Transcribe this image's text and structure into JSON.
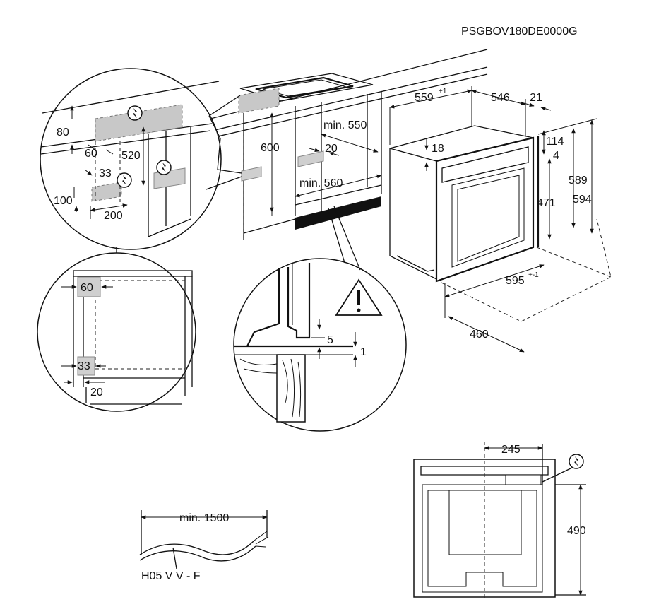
{
  "model_code": "PSGBOV180DE0000G",
  "dimensions": {
    "depth_oven": "559",
    "depth_oven_tol": "+1",
    "body_depth": "546",
    "door_thickness": "21",
    "top_offset": "18",
    "panel_top": "114",
    "panel_gap": "4",
    "height_589": "589",
    "height_594": "594",
    "door_height": "471",
    "width_oven": "595",
    "width_tol": "+-1",
    "depth_460": "460",
    "niche_height": "600",
    "niche_depth": "min. 550",
    "gap_20": "20",
    "niche_width": "min. 560",
    "socket_80": "80",
    "socket_60": "60",
    "socket_520": "520",
    "socket_33": "33",
    "socket_100": "100",
    "socket_200": "200",
    "side_60": "60",
    "side_33": "33",
    "side_20": "20",
    "step_5": "5",
    "step_1": "1",
    "cable_length": "min. 1500",
    "cable_type": "H05 V V - F",
    "rear_245": "245",
    "rear_490": "490"
  },
  "icons": [
    "lightning-icon",
    "warning-triangle-icon"
  ]
}
